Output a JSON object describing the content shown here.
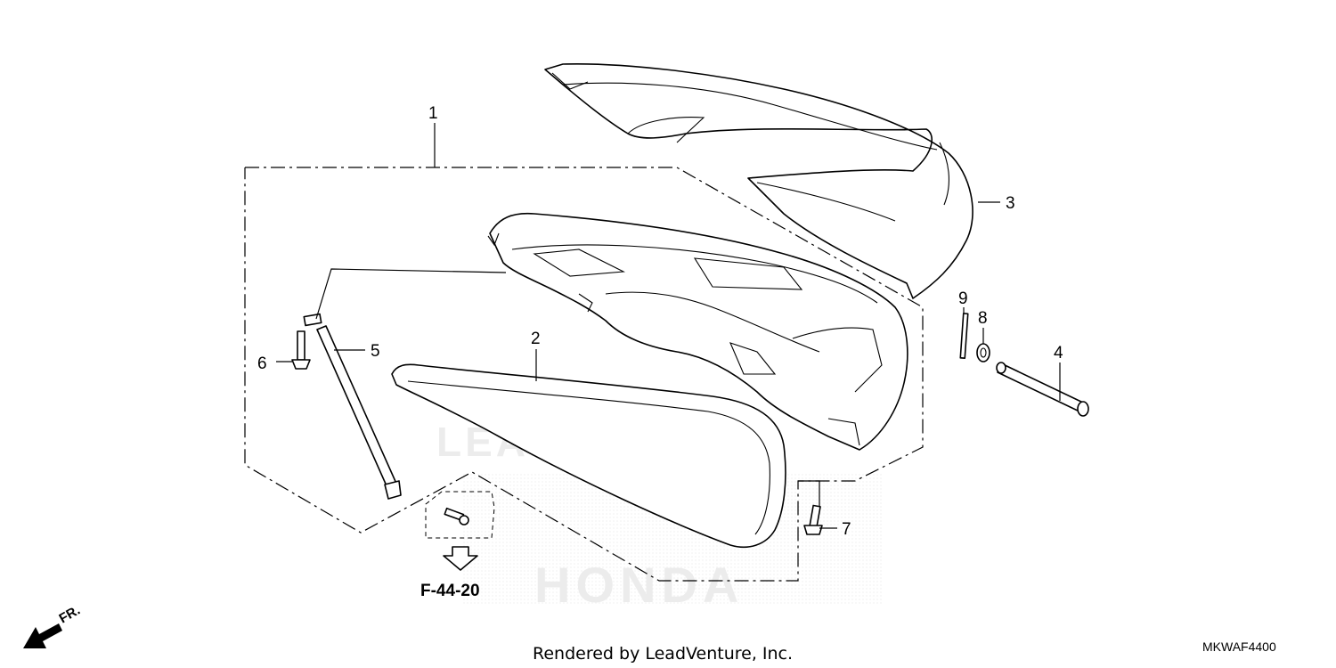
{
  "diagram": {
    "callouts": {
      "p1": "1",
      "p2": "2",
      "p3": "3",
      "p4": "4",
      "p5": "5",
      "p6": "6",
      "p7": "7",
      "p8": "8",
      "p9": "9"
    },
    "reference_label": "F-44-20",
    "front_label": "FR.",
    "watermark_brand": "LEADVENTURE",
    "watermark_maker": "HONDA"
  },
  "footer": {
    "credit": "Rendered by LeadVenture, Inc.",
    "diagram_code": "MKWAF4400"
  }
}
